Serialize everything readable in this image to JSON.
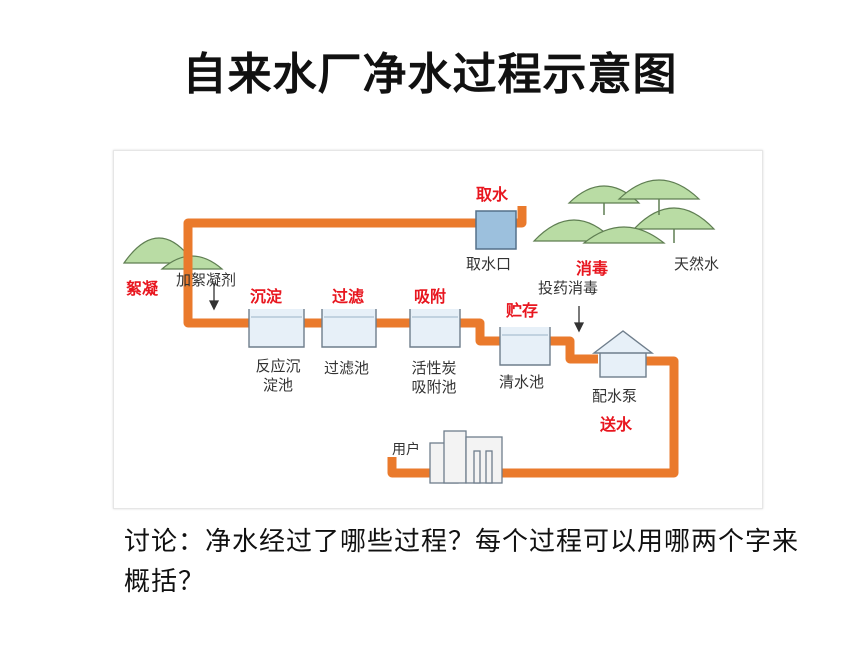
{
  "title": "自来水厂净水过程示意图",
  "diagram": {
    "labels": {
      "intake": "取水口",
      "natural_water": "天然水",
      "add_coagulant": "加絮凝剂",
      "add_disinfectant": "投药消毒",
      "reaction_tank": "反应沉\n淀池",
      "filter_tank": "过滤池",
      "carbon_tank": "活性炭\n吸附池",
      "clear_tank": "清水池",
      "pump": "配水泵",
      "users": "用户"
    },
    "annotations": {
      "intake": "取水",
      "coagulate": "絮凝",
      "settle": "沉淀",
      "filter": "过滤",
      "adsorb": "吸附",
      "store": "贮存",
      "disinfect": "消毒",
      "deliver": "送水"
    },
    "colors": {
      "pipe": "#ea7a2c",
      "tank_fill": "#e7f0f8",
      "tank_stroke": "#6f7e8c",
      "hill_fill": "#b9dca4",
      "hill_stroke": "#5f7e52",
      "annotation": "#e8161f"
    }
  },
  "discussion": "讨论：净水经过了哪些过程？每个过程可以用哪两个字来概括？"
}
